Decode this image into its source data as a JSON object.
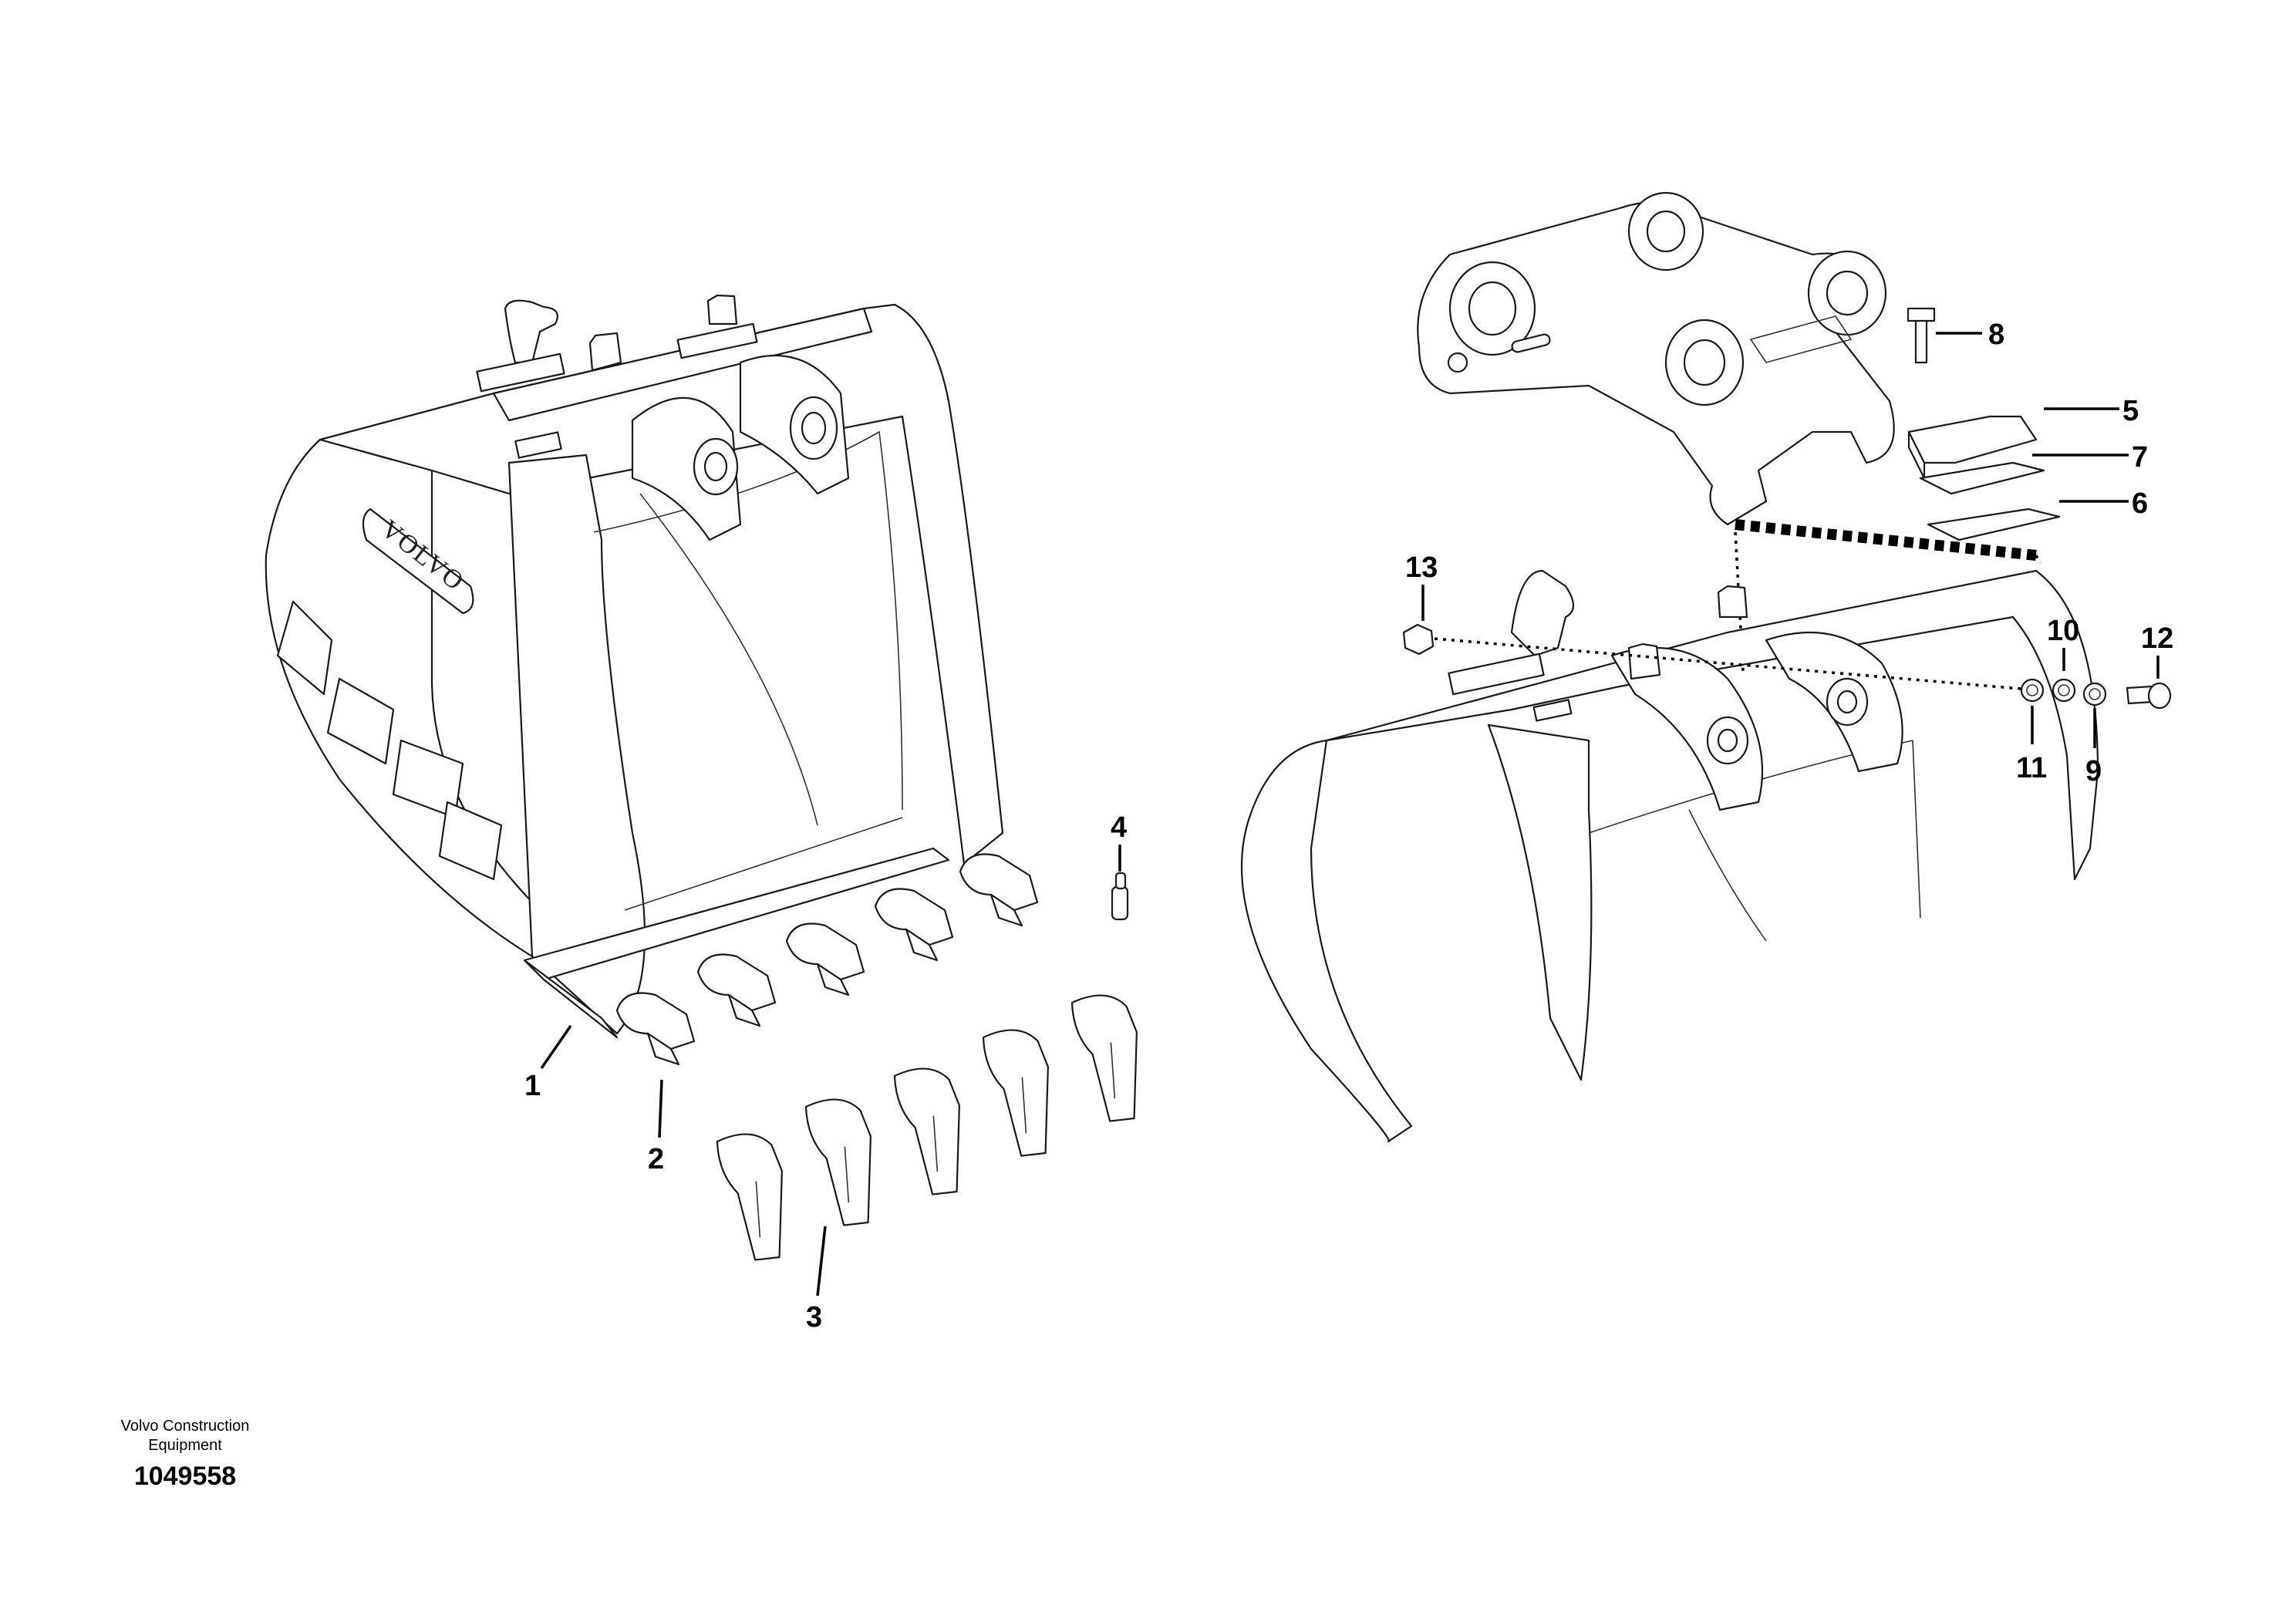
{
  "logo_text": "VOLVO",
  "footer": {
    "company_line1": "Volvo Construction",
    "company_line2": "Equipment",
    "document_number": "1049558"
  },
  "callouts": {
    "c1": "1",
    "c2": "2",
    "c3": "3",
    "c4": "4",
    "c5": "5",
    "c6": "6",
    "c7": "7",
    "c8": "8",
    "c9": "9",
    "c10": "10",
    "c11": "11",
    "c12": "12",
    "c13": "13"
  }
}
